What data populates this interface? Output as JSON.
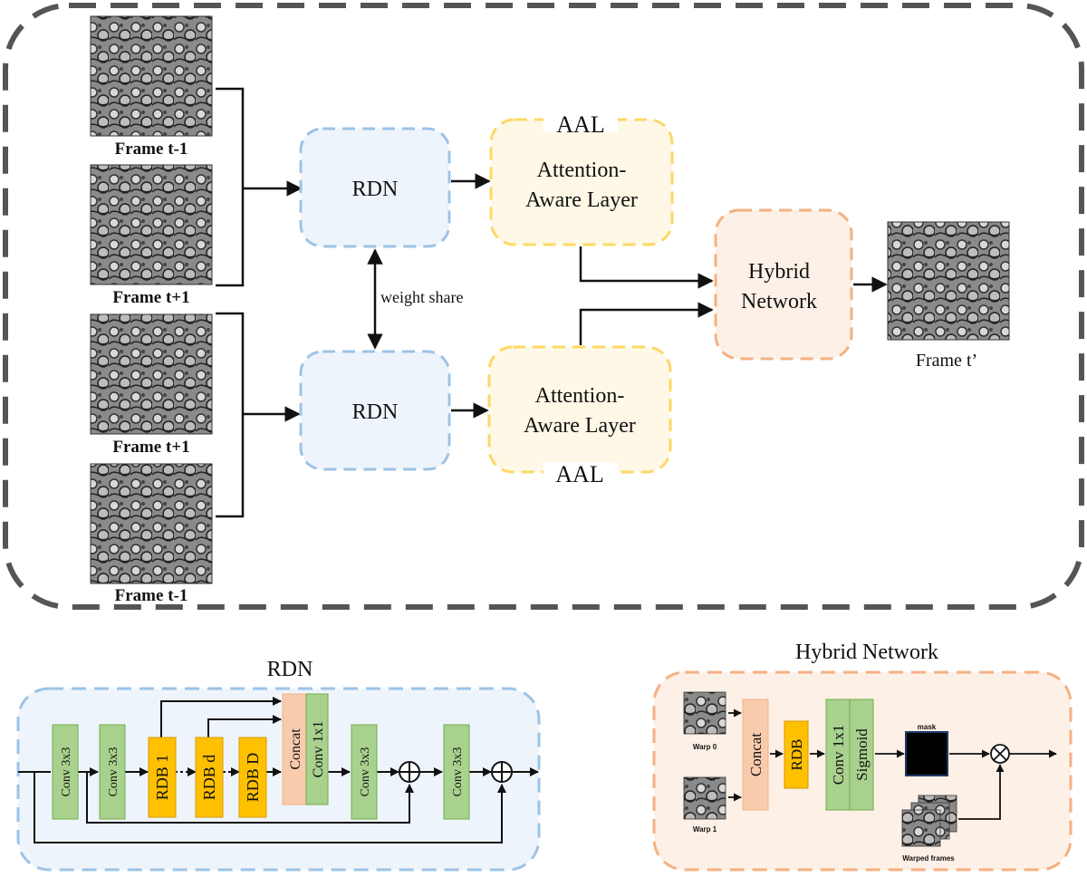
{
  "top_panel": {
    "frames_in": [
      "Frame t-1",
      "Frame t+1",
      "Frame t+1",
      "Frame t-1"
    ],
    "rdn_label": "RDN",
    "weight_share": "weight share",
    "aal_label": "AAL",
    "aal_box_line1": "Attention-",
    "aal_box_line2": "Aware Layer",
    "hybrid_line1": "Hybrid",
    "hybrid_line2": "Network",
    "frame_out": "Frame t’"
  },
  "rdn_panel": {
    "title": "RDN",
    "conv3": "Conv 3x3",
    "rdb1": "RDB 1",
    "rdbd": "RDB d",
    "rdbD": "RDB D",
    "concat": "Concat",
    "conv1": "Conv 1x1"
  },
  "hybrid_panel": {
    "title": "Hybrid Network",
    "warp0": "Warp 0",
    "warp1": "Warp 1",
    "concat": "Concat",
    "rdb": "RDB",
    "conv1": "Conv 1x1",
    "sigmoid": "Sigmoid",
    "mask": "mask",
    "warped": "Warped frames"
  },
  "colors": {
    "blue": "#9dc3e6",
    "blue_fill": "#eef4fb",
    "yellow": "#fdd866",
    "yellow_fill": "#fff8e6",
    "orange": "#f4b183",
    "orange_fill": "#fdf0e6",
    "green": "#a9d18e",
    "green_stroke": "#70ad47",
    "rdb": "#ffc000",
    "concat": "#f8cbad"
  }
}
